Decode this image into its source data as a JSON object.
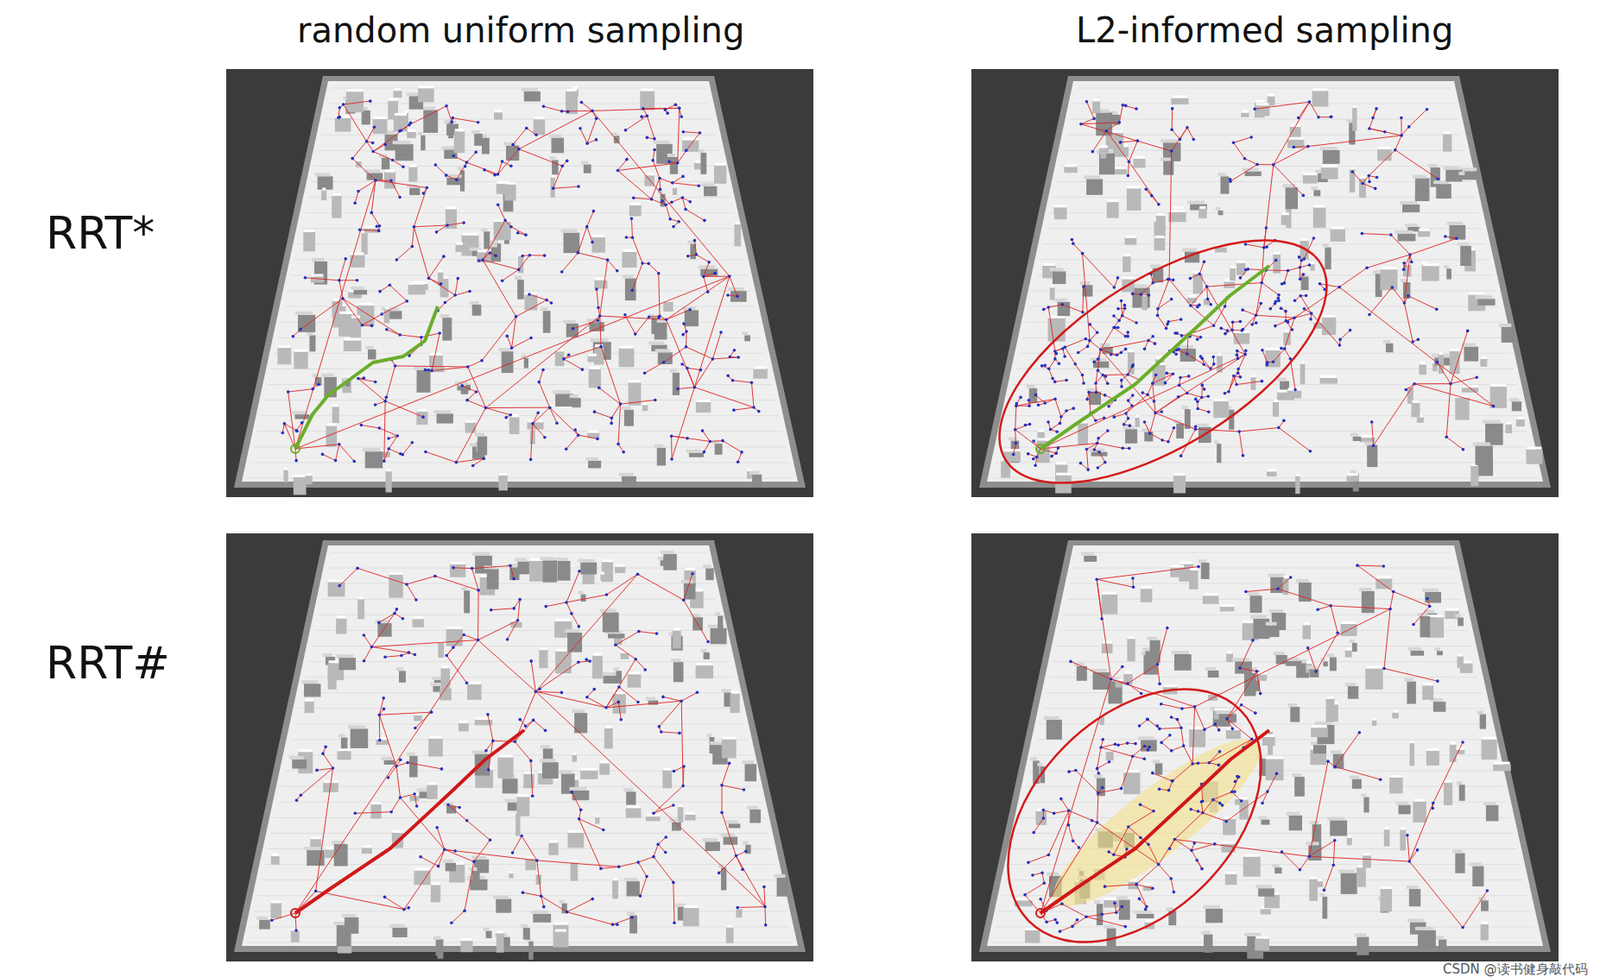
{
  "diagram": {
    "labels": [
      "random uniform sampling",
      "L2-informed sampling",
      "RRT*",
      "RRT#",
      "CSDN @读书健身敲代码"
    ]
  }
}
